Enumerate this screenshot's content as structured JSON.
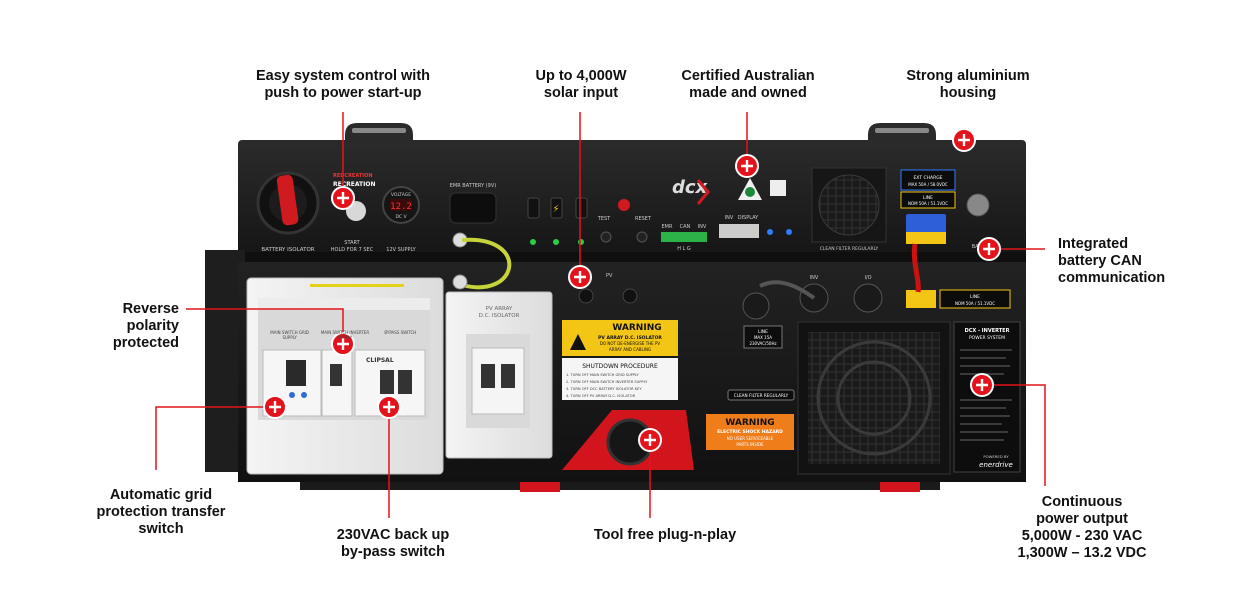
{
  "colors": {
    "background": "#ffffff",
    "callout_red": "#e4121b",
    "chassis": "#1b1b1b",
    "panel": "#2a2a2a",
    "warning_yellow": "#f3c515",
    "warning_orange": "#ef7d1a"
  },
  "callouts": {
    "system_control": [
      "Easy system control with",
      "push to power start-up"
    ],
    "solar_input": [
      "Up to 4,000W",
      "solar input"
    ],
    "certified": [
      "Certified Australian",
      "made and owned"
    ],
    "housing": [
      "Strong aluminium",
      "housing"
    ],
    "reverse_polarity": [
      "Reverse",
      "polarity",
      "protected"
    ],
    "can_comm": [
      "Integrated",
      "battery CAN",
      "communication"
    ],
    "transfer_switch": [
      "Automatic grid",
      "protection transfer",
      "switch"
    ],
    "bypass_switch": [
      "230VAC back up",
      "by-pass switch"
    ],
    "plug_n_play": [
      "Tool free plug-n-play"
    ],
    "power_output": [
      "Continuous",
      "power output",
      "5,000W - 230 VAC",
      "1,300W – 13.2 VDC"
    ]
  },
  "device_labels": {
    "recreation_brand": [
      "REDCREATION",
      "RECREATION"
    ],
    "battery_isolator": "BATTERY ISOLATOR",
    "start": "START",
    "hold_for": "HOLD FOR 7 SEC",
    "voltage": "VOLTAGE",
    "meter_reading": "12.2",
    "dc_v": "DC  V",
    "supply_12v": "12V SUPPLY",
    "emr_battery": "EMR BATTERY (9V)",
    "test": "TEST",
    "reset": "RESET",
    "brand_logo": "dcx",
    "emr": "EMR",
    "can": "CAN",
    "inv": "INV",
    "hlg": "H L G",
    "inv_display": [
      "INV",
      "DISPLAY"
    ],
    "clean_filter": "CLEAN FILTER REGULARLY",
    "ext_charge": [
      "EXT CHARGE",
      "MAX 50A / 58.0VDC"
    ],
    "line_top": [
      "LINE",
      "NOM 50A / 51.1VDC"
    ],
    "line_bottom": [
      "LINE",
      "NOM 50A / 51.1VDC"
    ],
    "batt": "BATT",
    "pv": "PV",
    "pv_array": [
      "PV ARRAY",
      "D.C. ISOLATOR"
    ],
    "warning": "WARNING",
    "pv_warning_lines": [
      "PV ARRAY D.C. ISOLATOR",
      "DO NOT DE-ENERGISE THE PV",
      "ARRAY AND CABLING"
    ],
    "shutdown_title": "SHUTDOWN PROCEDURE",
    "shutdown_steps": [
      "1. TURN OFF MAIN SWITCH GRID SUPPLY",
      "2. TURN OFF MAIN SWITCH INVERTER SUPPLY",
      "3. TURN OFF DCC BATTERY ISOLATOR KEY",
      "4. TURN OFF PV ARRAY D.C. ISOLATOR"
    ],
    "line_ac": [
      "LINE",
      "MAX 15A",
      "230VAC/50Hz"
    ],
    "inv_port": "INV",
    "io_port": "I/O",
    "clean_filter_2": "CLEAN FILTER REGULARLY",
    "warning_2": "WARNING",
    "shock_lines": [
      "ELECTRIC SHOCK HAZARD",
      "NO USER SERVICEABLE",
      "PARTS INSIDE"
    ],
    "inverter_title": [
      "DCX - INVERTER",
      "POWER SYSTEM"
    ],
    "powered_by": "POWERED BY",
    "enerdrive": "enerdrive",
    "switch_labels": [
      "MAIN SWITCH GRID SUPPLY",
      "MAIN SWITCH INVERTER SUPPLY",
      "BYPASS SWITCH"
    ],
    "breaker_brand": "CLIPSAL"
  }
}
